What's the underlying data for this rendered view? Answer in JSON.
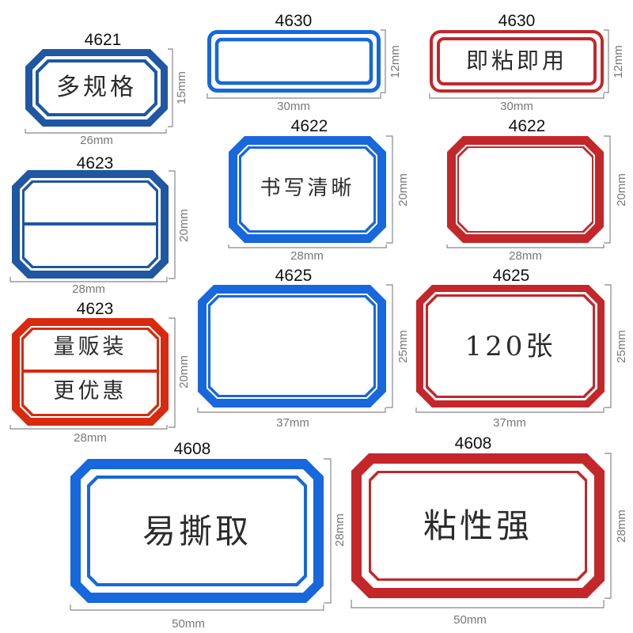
{
  "colors": {
    "dark_blue": "#1f57a3",
    "bright_blue": "#1767dd",
    "red": "#c3272a",
    "orange_red": "#d72a0f",
    "dimension_line": "#888888",
    "text": "#2b2b2b"
  },
  "labels": [
    {
      "code": "4621",
      "width": "26mm",
      "height": "15mm",
      "text": "多规格",
      "color": "dark_blue"
    },
    {
      "code": "4630",
      "width": "30mm",
      "height": "12mm",
      "text": "",
      "color": "bright_blue"
    },
    {
      "code": "4630",
      "width": "30mm",
      "height": "12mm",
      "text": "即粘即用",
      "color": "red"
    },
    {
      "code": "4623",
      "width": "28mm",
      "height": "20mm",
      "text": "",
      "color": "dark_blue"
    },
    {
      "code": "4622",
      "width": "28mm",
      "height": "20mm",
      "text": "书写清晰",
      "color": "bright_blue"
    },
    {
      "code": "4622",
      "width": "28mm",
      "height": "20mm",
      "text": "",
      "color": "red"
    },
    {
      "code": "4623",
      "width": "28mm",
      "height": "20mm",
      "text_top": "量贩装",
      "text_bottom": "更优惠",
      "color": "orange_red"
    },
    {
      "code": "4625",
      "width": "37mm",
      "height": "25mm",
      "text": "",
      "color": "bright_blue"
    },
    {
      "code": "4625",
      "width": "37mm",
      "height": "25mm",
      "text": "120张",
      "color": "red"
    },
    {
      "code": "4608",
      "width": "50mm",
      "height": "28mm",
      "text": "易撕取",
      "color": "bright_blue"
    },
    {
      "code": "4608",
      "width": "50mm",
      "height": "28mm",
      "text": "粘性强",
      "color": "red"
    }
  ]
}
